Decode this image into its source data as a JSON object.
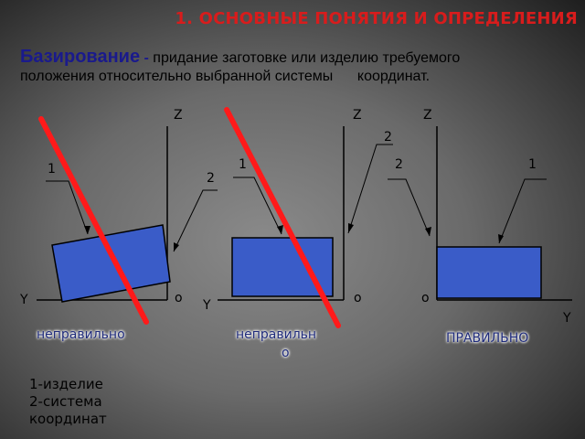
{
  "title": "1. ОСНОВНЫЕ ПОНЯТИЯ И ОПРЕДЕЛЕНИЯ",
  "definition": {
    "term": "Базирование",
    "dash": " - ",
    "text_line1": "придание заготовке или изделию требуемого",
    "text_line2": "положения относительно выбранной системы      координат."
  },
  "diagrams": [
    {
      "z_label": "Z",
      "y_label": "Y",
      "o_label": "o",
      "part_num": "1",
      "system_num": "2",
      "verdict": "неправильно"
    },
    {
      "z_label": "Z",
      "y_label": "Y",
      "o_label": "o",
      "part_num": "1",
      "system_num": "2",
      "verdict_line1": "неправильн",
      "verdict_line2": "о"
    },
    {
      "z_label": "Z",
      "y_label": "Y",
      "o_label": "o",
      "part_num": "1",
      "system_num": "2",
      "verdict": "ПРАВИЛЬНО"
    }
  ],
  "legend": {
    "line1": "1-изделие",
    "line2": "2-система",
    "line3": "координат"
  },
  "colors": {
    "title": "#d81c1c",
    "part_fill": "#3a5cc8",
    "cross_line": "#ff1a1a",
    "verdict": "#1e2a7a"
  }
}
